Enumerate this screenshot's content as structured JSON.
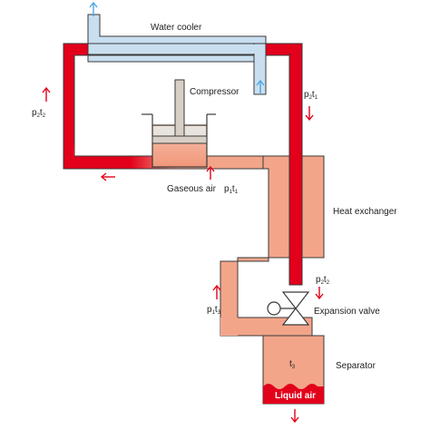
{
  "labels": {
    "water_cooler": "Water cooler",
    "compressor": "Compressor",
    "gaseous_air": "Gaseous air",
    "heat_exchanger": "Heat exchanger",
    "expansion_valve": "Expansion valve",
    "separator": "Separator",
    "liquid_air": "Liquid air"
  },
  "state_labels": {
    "p2t2_left": {
      "p": "p",
      "ps": "2",
      "t": "t",
      "ts": "2"
    },
    "p2t1_right": {
      "p": "p",
      "ps": "2",
      "t": "t",
      "ts": "1"
    },
    "p1t1_bottom": {
      "p": "p",
      "ps": "1",
      "t": "t",
      "ts": "1"
    },
    "p2t2_valve": {
      "p": "p",
      "ps": "2",
      "t": "t",
      "ts": "2"
    },
    "p1t3_left": {
      "p": "p",
      "ps": "1",
      "t": "t",
      "ts": "3"
    },
    "t3_separator": {
      "t": "t",
      "ts": "3"
    }
  },
  "colors": {
    "hot_red": "#e3001b",
    "cold_salmon": "#f3a58a",
    "pipe_outline": "#3a3a3a",
    "water_blue": "#c9dff0",
    "water_arrow": "#4aa8e0",
    "piston_gray": "#d8d0c6"
  }
}
